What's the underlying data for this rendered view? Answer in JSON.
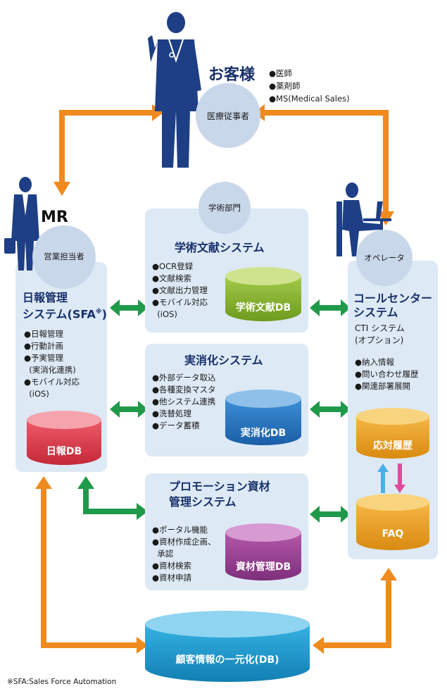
{
  "customer": {
    "title": "お客様",
    "circle_label": "医療従事者",
    "items": [
      "●医師",
      "●薬剤師",
      "●MS(Medical Sales)"
    ]
  },
  "mr": {
    "title": "MR",
    "circle_label": "営業担当者",
    "system_title_1": "日報管理",
    "system_title_2": "システム(SFA",
    "system_title_sup": "※",
    "system_title_3": ")",
    "items": [
      "●日報管理",
      "●行動計画",
      "●予実管理",
      "  (実消化連携)",
      "●モバイル対応",
      "  (iOS)"
    ],
    "db_label": "日報DB"
  },
  "academic": {
    "circle_label": "学術部門",
    "title": "学術文献システム",
    "items": [
      "●OCR登録",
      "●文献検索",
      "●文献出力管理",
      "●モバイル対応",
      "  (iOS)"
    ],
    "db_label": "学術文献DB"
  },
  "consumption": {
    "title": "実消化システム",
    "items": [
      "●外部データ取込",
      "●各種変換マスタ",
      "●他システム連携",
      "●洗替処理",
      "●データ蓄積"
    ],
    "db_label": "実消化DB"
  },
  "promotion": {
    "title_1": "プロモーション資材",
    "title_2": "管理システム",
    "items": [
      "●ポータル機能",
      "●資材作成企画、",
      "  承認",
      "●資材検索",
      "●資材申請"
    ],
    "db_label": "資材管理DB"
  },
  "callcenter": {
    "circle_label": "オペレータ",
    "title_1": "コールセンター",
    "title_2": "システム",
    "sub_1": "CTI システム",
    "sub_2": "(オプション)",
    "items": [
      "●納入情報",
      "●問い合わせ履歴",
      "●関連部署展開"
    ],
    "db1_label": "応対履歴",
    "db2_label": "FAQ"
  },
  "central_db": {
    "label": "顧客情報の一元化(DB)"
  },
  "footnote": "※SFA:Sales Force Automation",
  "colors": {
    "panel": "#dde9f5",
    "circle": "#c9d7ea",
    "orange_arrow": "#ef8a1e",
    "green_arrow": "#1f9a4a",
    "title": "#17306a",
    "person": "#1e3f86",
    "db_red": "#d9394a",
    "db_green": "#7fae2c",
    "db_blue": "#1e6fb8",
    "db_purple": "#8f3c8a",
    "db_orange": "#e69a1c",
    "db_cyan": "#1a8fc4"
  },
  "icons": [
    "doctor-figure",
    "mr-figure",
    "operator-figure",
    "up-arrow-icon",
    "down-arrow-icon"
  ]
}
